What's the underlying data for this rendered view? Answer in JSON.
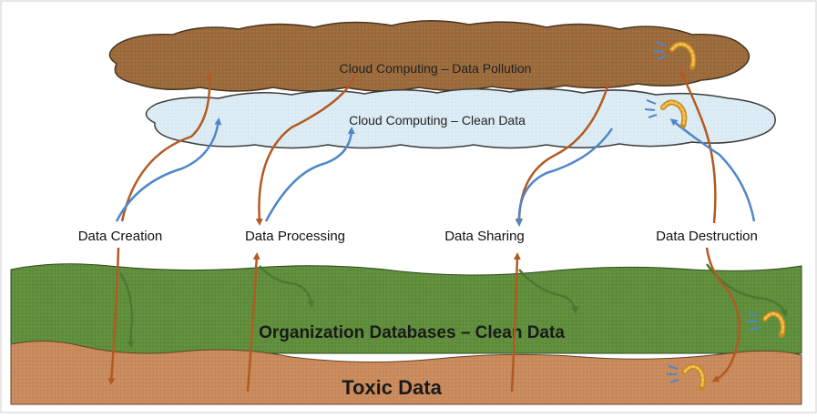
{
  "clouds": {
    "polluted": {
      "label": "Cloud Computing – Data Pollution",
      "color": "#9c6b3c"
    },
    "clean": {
      "label": "Cloud Computing – Clean Data",
      "color": "#dcecf5"
    }
  },
  "lifecycle": {
    "creation": "Data Creation",
    "processing": "Data Processing",
    "sharing": "Data Sharing",
    "destruction": "Data Destruction"
  },
  "layers": {
    "clean_db": {
      "label": "Organization Databases – Clean Data",
      "color": "#5f8e3c"
    },
    "toxic": {
      "label": "Toxic Data",
      "color": "#c98a5c"
    }
  },
  "arrows": {
    "brown": "#b35a22",
    "blue": "#4f86c9",
    "green": "#4a7a2e"
  },
  "icons": [
    "worm-icon",
    "worm-icon",
    "worm-icon",
    "worm-icon"
  ]
}
